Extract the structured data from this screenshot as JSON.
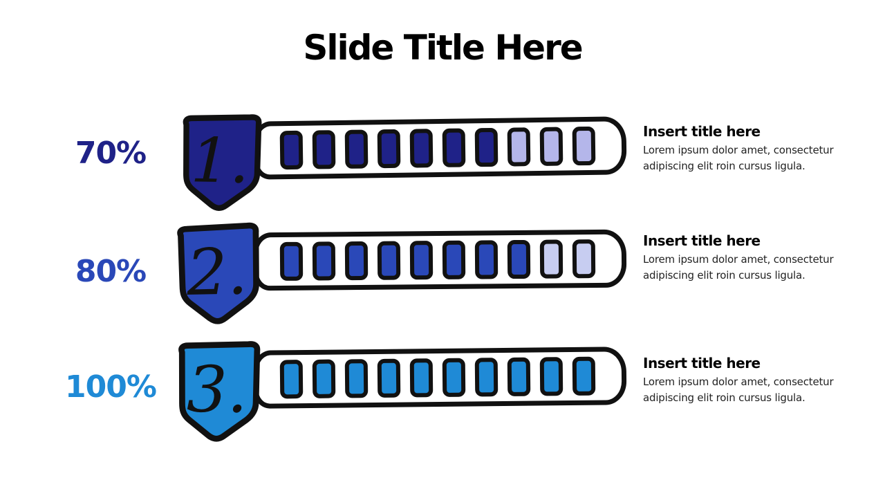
{
  "slide": {
    "title": "Slide Title Here"
  },
  "rows": [
    {
      "percent": "70%",
      "number": "1.",
      "color": "#1f2288",
      "light_color": "#b4b6ea",
      "segments_total": 10,
      "segments_filled": 7,
      "item_title": "Insert title here",
      "item_body": "Lorem ipsum dolor amet, consectetur adipiscing elit roin cursus ligula."
    },
    {
      "percent": "80%",
      "number": "2.",
      "color": "#2a48b8",
      "light_color": "#c7cdf1",
      "segments_total": 10,
      "segments_filled": 8,
      "item_title": "Insert title here",
      "item_body": "Lorem ipsum dolor amet, consectetur adipiscing elit roin cursus ligula."
    },
    {
      "percent": "100%",
      "number": "3.",
      "color": "#1f8ad6",
      "segments_total": 10,
      "segments_filled": 10,
      "item_title": "Insert title here",
      "item_body": "Lorem ipsum dolor amet, consectetur adipiscing elit roin cursus ligula."
    }
  ],
  "colors": {
    "outline": "#111111",
    "background": "#ffffff",
    "title_text": "#000000",
    "body_text": "#222222"
  }
}
